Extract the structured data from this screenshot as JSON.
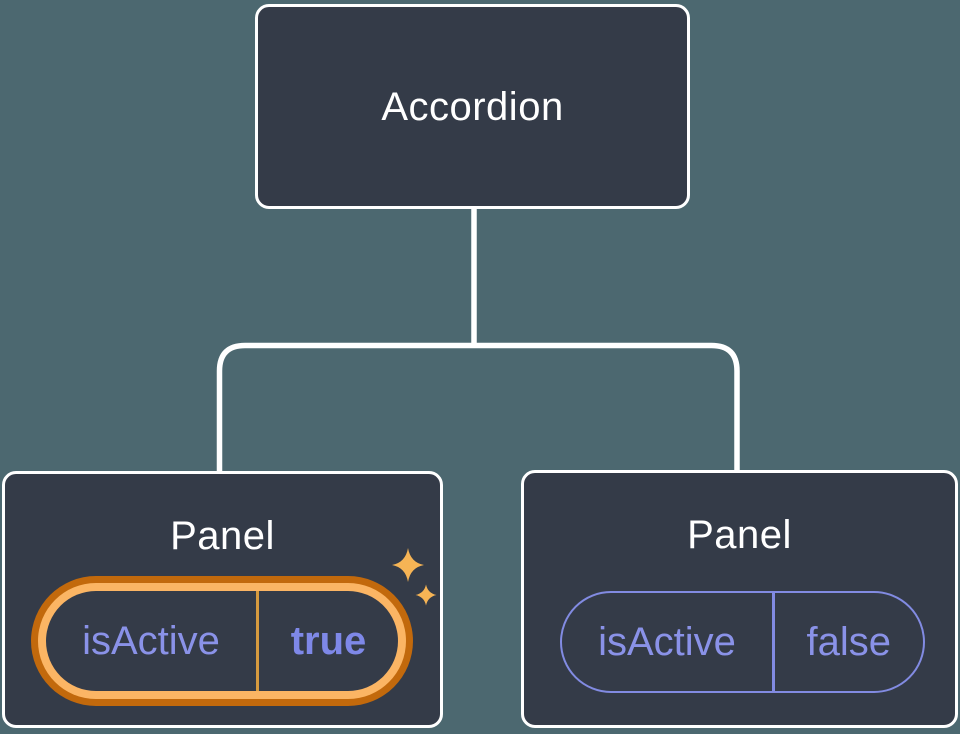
{
  "canvas": {
    "background_color": "#4C6870",
    "node_fill_color": "#343B48",
    "node_border_color": "#FFFFFF",
    "connector_color": "#FFFFFF"
  },
  "colors": {
    "purple_text": "#8A92E8",
    "purple_bold_text": "#7E88E8",
    "purple_outline": "#828BE2",
    "gold_ring_outer": "#C2690C",
    "gold_ring_inner": "#FBB564",
    "gold_divider": "#D79B3F",
    "sparkle": "#F6B455"
  },
  "tree": {
    "root": {
      "label": "Accordion"
    },
    "children": [
      {
        "label": "Panel",
        "prop": {
          "name": "isActive",
          "value": "true"
        },
        "highlighted": true,
        "icon": "sparkles-icon"
      },
      {
        "label": "Panel",
        "prop": {
          "name": "isActive",
          "value": "false"
        },
        "highlighted": false
      }
    ]
  }
}
